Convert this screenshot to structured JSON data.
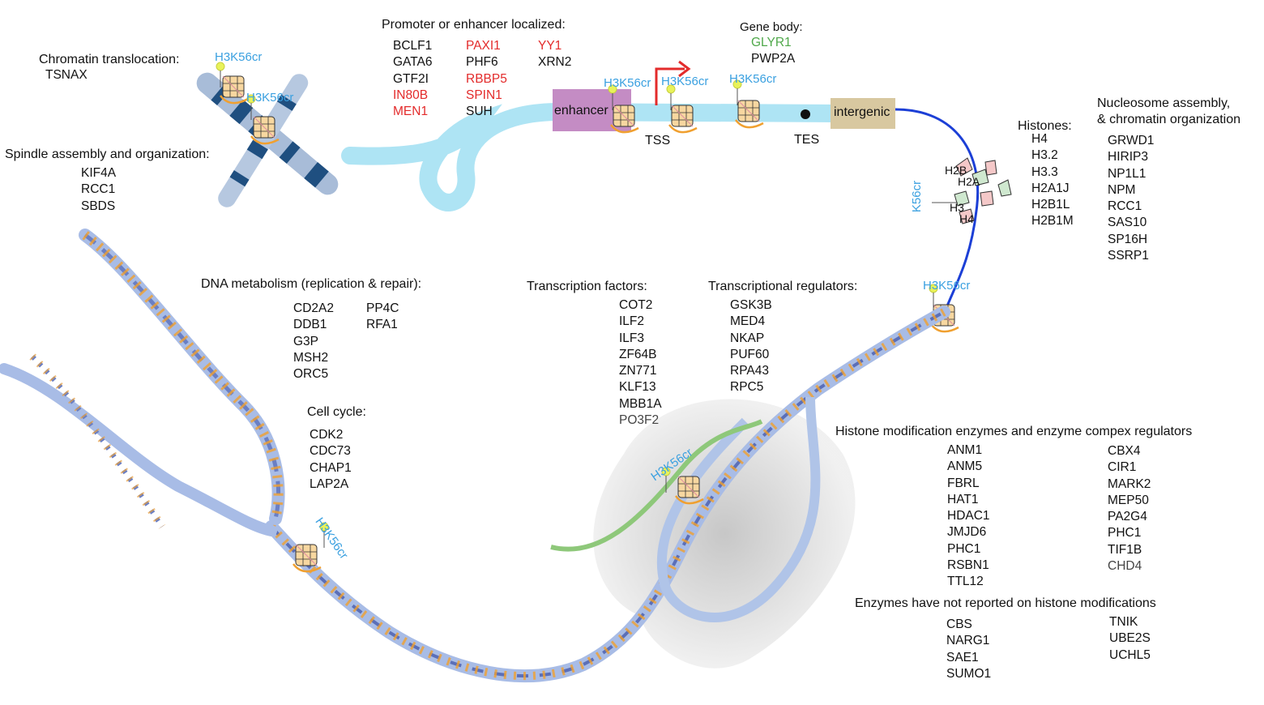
{
  "mark": "H3K56cr",
  "mark_short": "K56cr",
  "colors": {
    "mark": "#3aa0e0",
    "highlight": "#e32b2b",
    "green_gene": "#4fa84a",
    "dna_backbone": "#8fa8d8",
    "chromatin_fiber": "#aee4f4",
    "blue_fiber": "#1c3fd6"
  },
  "genome_labels": {
    "enhancer": "enhancer",
    "intergenic": "intergenic",
    "tss": "TSS",
    "tes": "TES"
  },
  "histone_labels": {
    "h2b": "H2B",
    "h2a": "H2A",
    "h3": "H3",
    "h4": "H4"
  },
  "sections": {
    "chromatin_translocation": {
      "title": "Chromatin translocation:",
      "genes": [
        "TSNAX"
      ]
    },
    "spindle": {
      "title": "Spindle assembly and organization:",
      "genes": [
        "KIF4A",
        "RCC1",
        "SBDS"
      ]
    },
    "promoter": {
      "title": "Promoter or enhancer localized:",
      "col1": [
        "BCLF1",
        "GATA6",
        "GTF2I",
        "IN80B",
        "MEN1"
      ],
      "col2": [
        "PAXI1",
        "PHF6",
        "RBBP5",
        "SPIN1",
        "SUH"
      ],
      "col3": [
        "YY1",
        "XRN2"
      ]
    },
    "gene_body": {
      "title": "Gene body:",
      "genes": [
        "GLYR1",
        "PWP2A"
      ]
    },
    "histones": {
      "title": "Histones:",
      "genes": [
        "H4",
        "H3.2",
        "H3.3",
        "H2A1J",
        "H2B1L",
        "H2B1M"
      ]
    },
    "nucleosome": {
      "title1": "Nucleosome assembly,",
      "title2": "& chromatin organization",
      "genes": [
        "GRWD1",
        "HIRIP3",
        "NP1L1",
        "NPM",
        "RCC1",
        "SAS10",
        "SP16H",
        "SSRP1"
      ]
    },
    "dna_metabolism": {
      "title": "DNA metabolism (replication & repair):",
      "col1": [
        "CD2A2",
        "DDB1",
        "G3P",
        "MSH2",
        "ORC5"
      ],
      "col2": [
        "PP4C",
        "RFA1"
      ]
    },
    "cell_cycle": {
      "title": "Cell cycle:",
      "genes": [
        "CDK2",
        "CDC73",
        "CHAP1",
        "LAP2A"
      ]
    },
    "tf": {
      "title": "Transcription factors:",
      "genes": [
        "COT2",
        "ILF2",
        "ILF3",
        "ZF64B",
        "ZN771",
        "KLF13",
        "MBB1A",
        "PO3F2"
      ]
    },
    "tr": {
      "title": "Transcriptional regulators:",
      "genes": [
        "GSK3B",
        "MED4",
        "NKAP",
        "PUF60",
        "RPA43",
        "RPC5"
      ]
    },
    "histone_mod": {
      "title": "Histone modification enzymes and enzyme compex regulators",
      "col1": [
        "ANM1",
        "ANM5",
        "FBRL",
        "HAT1",
        "HDAC1",
        "JMJD6",
        "PHC1",
        "RSBN1",
        "TTL12"
      ],
      "col2": [
        "CBX4",
        "CIR1",
        "MARK2",
        "MEP50",
        "PA2G4",
        "PHC1",
        "TIF1B",
        "CHD4"
      ]
    },
    "enzymes_not": {
      "title": "Enzymes have not reported on histone modifications",
      "col1": [
        "CBS",
        "NARG1",
        "SAE1",
        "SUMO1"
      ],
      "col2": [
        "TNIK",
        "UBE2S",
        "UCHL5"
      ]
    }
  }
}
